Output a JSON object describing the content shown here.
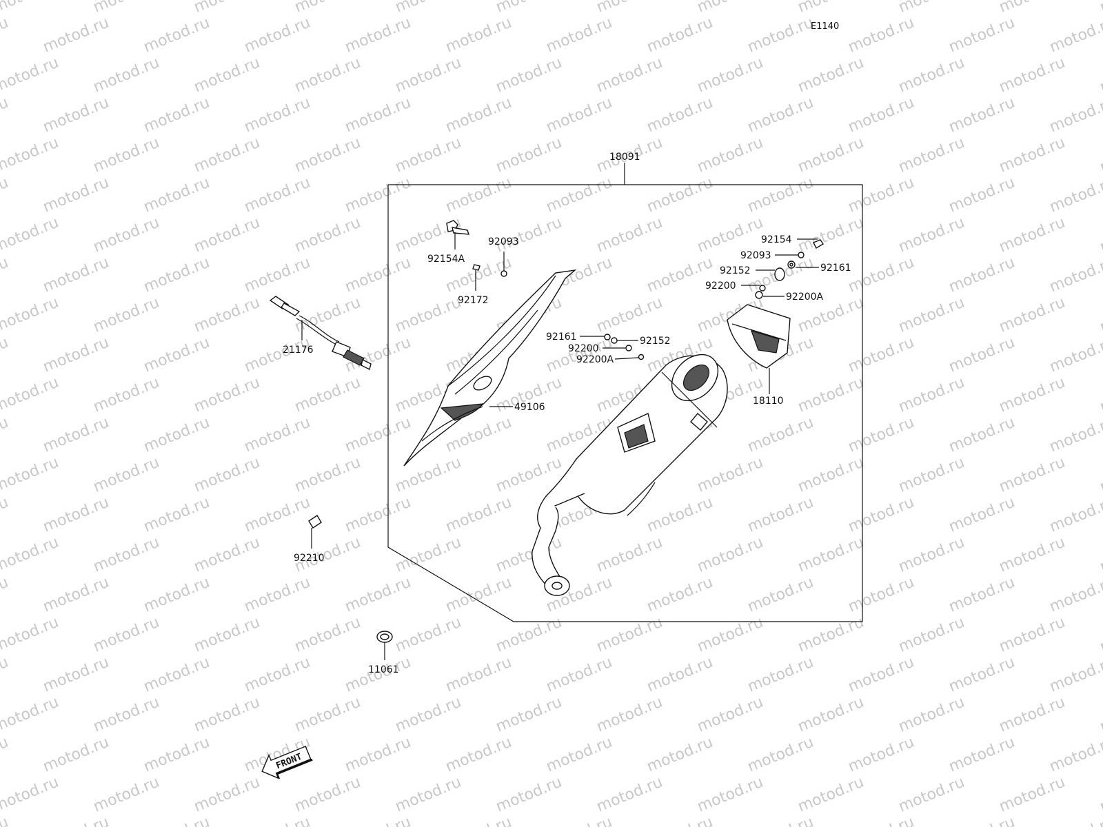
{
  "diagram": {
    "code": "E1140",
    "watermark": "motod.ru",
    "front_label": "FRONT",
    "assembly_label": "18091",
    "parts": [
      {
        "id": "92154A",
        "label": "92154A"
      },
      {
        "id": "92093-a",
        "label": "92093"
      },
      {
        "id": "92172",
        "label": "92172"
      },
      {
        "id": "21176",
        "label": "21176"
      },
      {
        "id": "49106",
        "label": "49106"
      },
      {
        "id": "92161-a",
        "label": "92161"
      },
      {
        "id": "92200-a",
        "label": "92200"
      },
      {
        "id": "92200A-a",
        "label": "92200A"
      },
      {
        "id": "92152-a",
        "label": "92152"
      },
      {
        "id": "92154",
        "label": "92154"
      },
      {
        "id": "92093-b",
        "label": "92093"
      },
      {
        "id": "92152-b",
        "label": "92152"
      },
      {
        "id": "92161-b",
        "label": "92161"
      },
      {
        "id": "92200-b",
        "label": "92200"
      },
      {
        "id": "92200A-b",
        "label": "92200A"
      },
      {
        "id": "18110",
        "label": "18110"
      },
      {
        "id": "92210",
        "label": "92210"
      },
      {
        "id": "11061",
        "label": "11061"
      }
    ]
  }
}
